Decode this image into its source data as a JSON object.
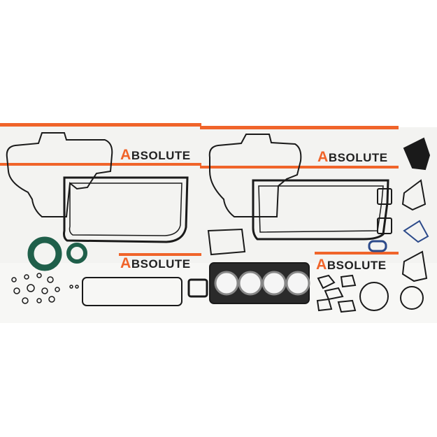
{
  "brand": {
    "initial": "A",
    "rest": "BSOLUTE",
    "accent_color": "#f0642a",
    "text_color": "#222222"
  },
  "product": {
    "description_visual": "engine gasket kit parts",
    "gasket_color": "#1a1a1a",
    "seal_color": "#1f5f4a",
    "blue_accent": "#2c4a8a"
  }
}
